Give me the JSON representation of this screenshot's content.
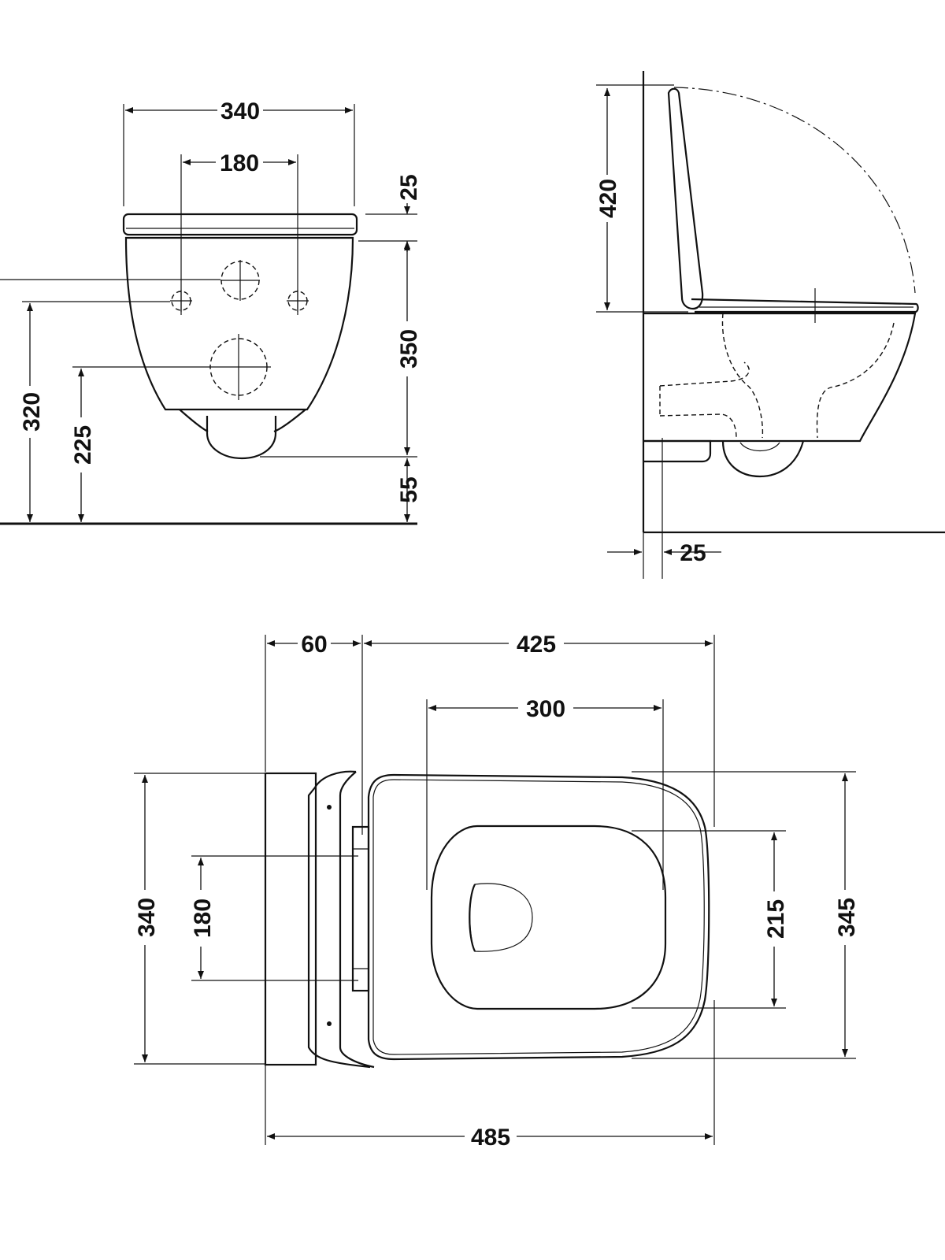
{
  "front_view": {
    "width_total": "340",
    "fixing_spacing": "180",
    "seat_thickness": "25",
    "bowl_height": "350",
    "bolt_height": "320",
    "outlet_height": "225",
    "gap_bottom": "55"
  },
  "side_view": {
    "lid_height": "420",
    "wall_offset": "25"
  },
  "top_view": {
    "setback": "60",
    "bowl_projection": "425",
    "opening_length": "300",
    "overall_length": "485",
    "width_back": "340",
    "fixing_spacing": "180",
    "opening_width": "215",
    "width_seat": "345"
  }
}
